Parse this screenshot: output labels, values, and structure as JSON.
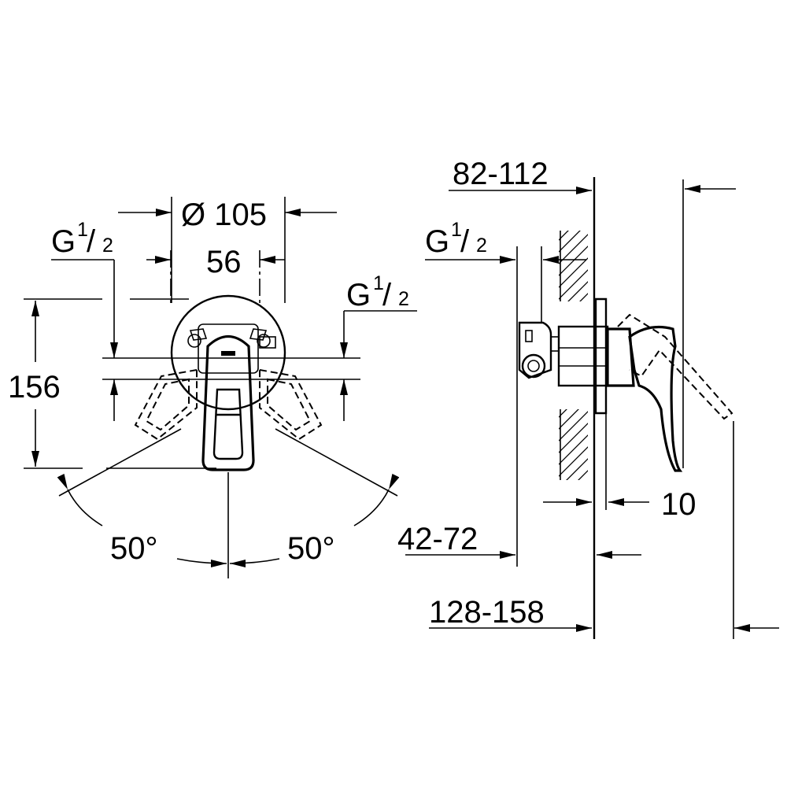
{
  "front_view": {
    "dim_diameter": "Ø 105",
    "dim_width": "56",
    "dim_height": "156",
    "thread_left": {
      "base": "G",
      "num": "1",
      "den": "2"
    },
    "thread_right": {
      "base": "G",
      "num": "1",
      "den": "2"
    },
    "angle_left": "50°",
    "angle_right": "50°"
  },
  "side_view": {
    "thread": {
      "base": "G",
      "num": "1",
      "den": "2"
    },
    "dim_top": "82-112",
    "dim_wall": "10",
    "dim_depth": "42-72",
    "dim_total": "128-158"
  }
}
